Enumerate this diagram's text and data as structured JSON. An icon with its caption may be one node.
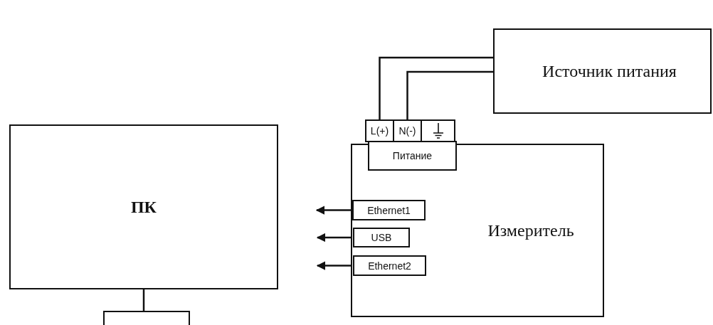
{
  "diagram": {
    "nodes": [
      {
        "text": [
          "Источник питания"
        ]
      },
      {
        "text": [
          "L(+)"
        ]
      },
      {
        "text": [
          "N(-)"
        ]
      },
      {
        "text": [],
        "shape": "box"
      },
      {
        "text": [
          "ПК"
        ]
      },
      {
        "text": [],
        "shape": "box"
      },
      {
        "text": [
          "Измеритель"
        ]
      },
      {
        "text": [
          "Питание"
        ],
        "in": 6
      },
      {
        "text": [
          "Ethernet1"
        ],
        "in": 6
      },
      {
        "text": [
          "USB"
        ],
        "in": 6
      },
      {
        "text": [
          "Ethernet2"
        ],
        "in": 6
      }
    ],
    "edges": [
      {
        "from": 1,
        "to": 0,
        "arrow": "none"
      },
      {
        "from": 2,
        "to": 0,
        "arrow": "none"
      },
      {
        "from": 4,
        "to": 5,
        "arrow": "none"
      },
      {
        "from": 8,
        "to": null,
        "arrow": "to"
      },
      {
        "from": 9,
        "to": null,
        "arrow": "to"
      },
      {
        "from": 10,
        "to": null,
        "arrow": "to"
      }
    ]
  }
}
